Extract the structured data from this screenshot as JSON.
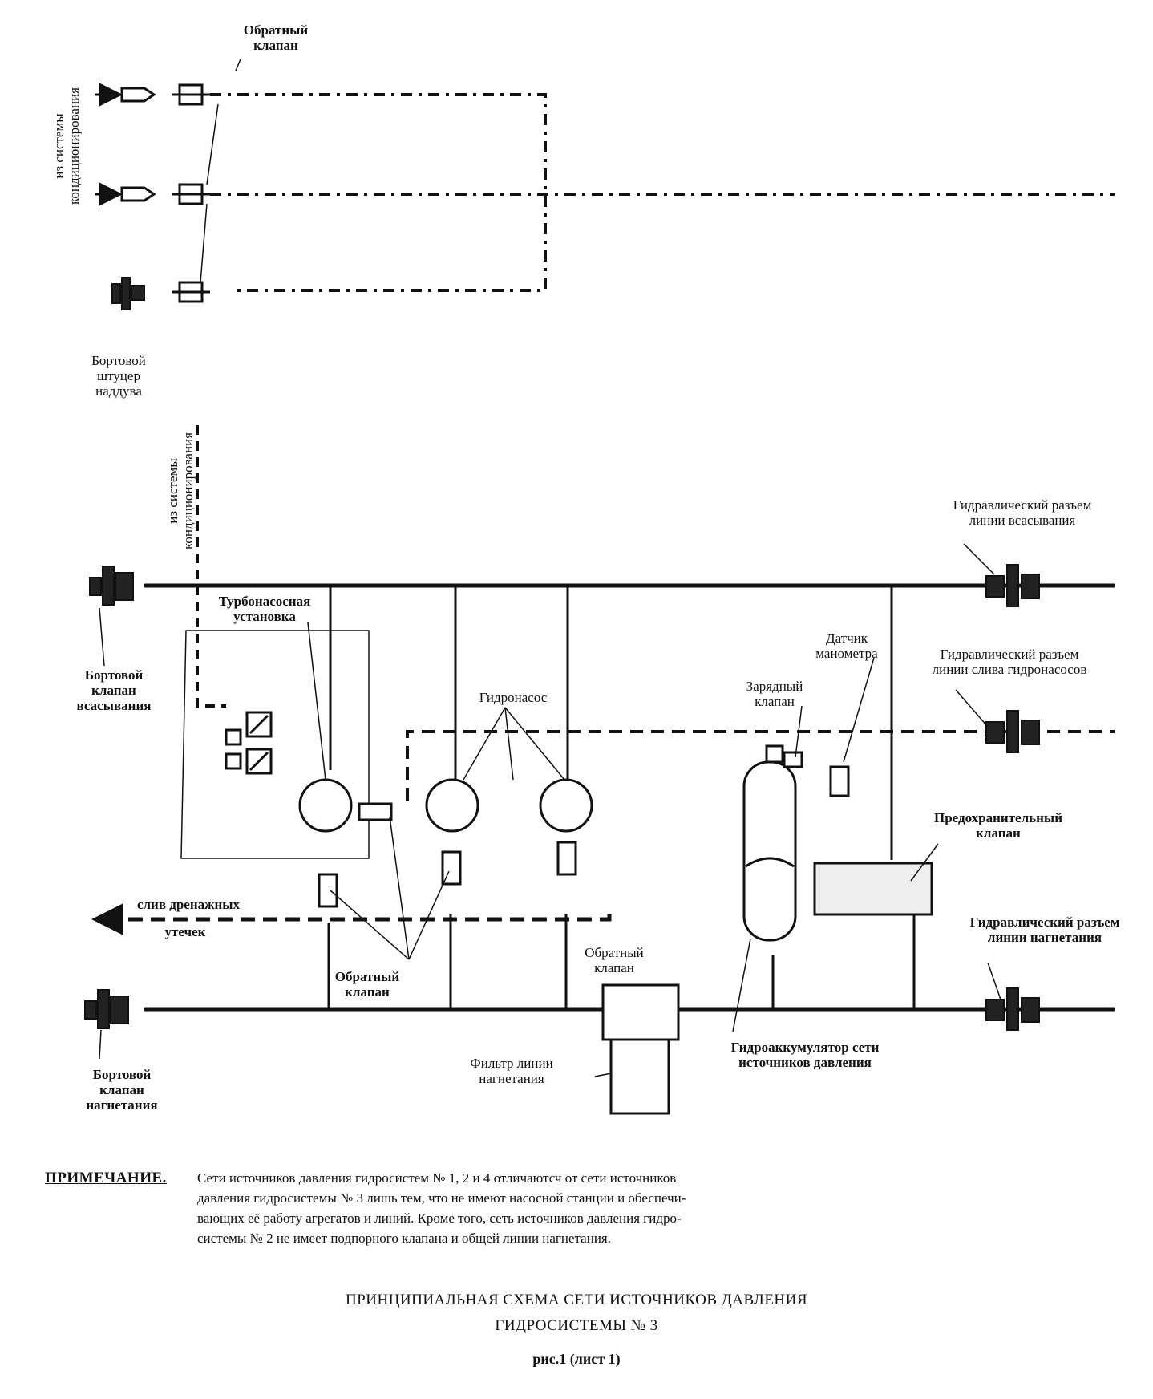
{
  "diagram": {
    "labels": {
      "check_valve_top": "Обратный\nклапан",
      "from_ac_top": "из системы\nкондиционирования",
      "ground_pressurization_fitting": "Бортовой\nштуцер\nнаддува",
      "from_ac_mid": "из системы\nкондиционирования",
      "hydr_connector_suction": "Гидравлический разъем\nлинии всасывания",
      "turbopump_unit": "Турбонасосная\nустановка",
      "ground_suction_valve": "Бортовой\nклапан\nвсасывания",
      "pressure_sensor": "Датчик\nманометра",
      "hydr_connector_pump_drain": "Гидравлический разъем\nлинии слива гидронасосов",
      "charging_valve": "Зарядный\nклапан",
      "hydraulic_pump": "Гидронасос",
      "relief_valve": "Предохранительный\nклапан",
      "drain_leaks": "слив дренажных",
      "drain_leaks_2": "утечек",
      "check_valve_left": "Обратный\nклапан",
      "check_valve_right": "Обратный\nклапан",
      "hydr_connector_pressure": "Гидравлический разъем\nлинии нагнетания",
      "ground_pressure_valve": "Бортовой\nклапан\nнагнетания",
      "pressure_line_filter": "Фильтр линии\nнагнетания",
      "accumulator": "Гидроаккумулятор сети\nисточников давления"
    }
  },
  "note": {
    "heading": "ПРИМЕЧАНИЕ.",
    "text": "Сети источников давления гидросистем № 1, 2 и 4 отличаютсч от сети источников\n давления гидросистемы № 3 лишь тем, что не имеют насосной станции и обеспечи-\nвающих её работу агрегатов и линий. Кроме того, сеть источников давления гидро-\nсистемы № 2 не имеет подпорного клапана и общей линии нагнетания."
  },
  "title": {
    "line1": "ПРИНЦИПИАЛЬНАЯ СХЕМА СЕТИ ИСТОЧНИКОВ ДАВЛЕНИЯ",
    "line2": "ГИДРОСИСТЕМЫ № 3",
    "figure": "рис.1 (лист 1)"
  }
}
